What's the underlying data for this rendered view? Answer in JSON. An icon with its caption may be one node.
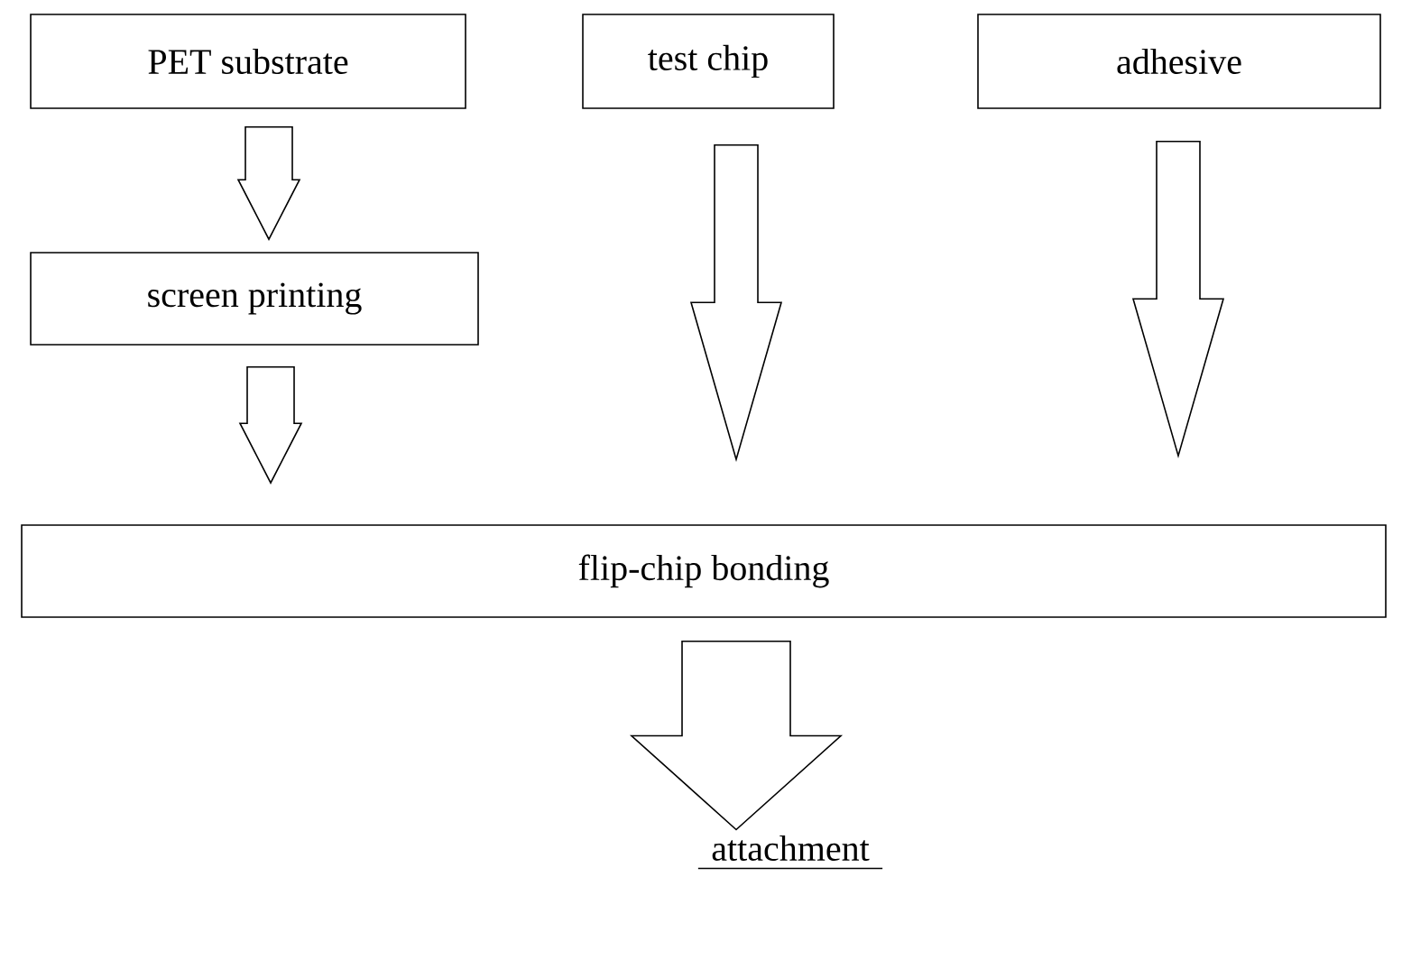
{
  "diagram": {
    "nodes": [
      {
        "text": [
          "PET substrate"
        ]
      },
      {
        "text": [
          "test chip"
        ]
      },
      {
        "text": [
          "adhesive"
        ]
      },
      {
        "text": [
          "screen printing"
        ]
      },
      {
        "text": [
          "flip-chip bonding"
        ]
      },
      {
        "text": [
          "attachment"
        ]
      }
    ],
    "edges": [
      {
        "from": 0,
        "to": 3,
        "arrow": "to"
      },
      {
        "from": 3,
        "to": 4,
        "arrow": "to"
      },
      {
        "from": 1,
        "to": 4,
        "arrow": "to"
      },
      {
        "from": 2,
        "to": 4,
        "arrow": "to"
      },
      {
        "from": 4,
        "to": 5,
        "arrow": "to"
      }
    ]
  }
}
